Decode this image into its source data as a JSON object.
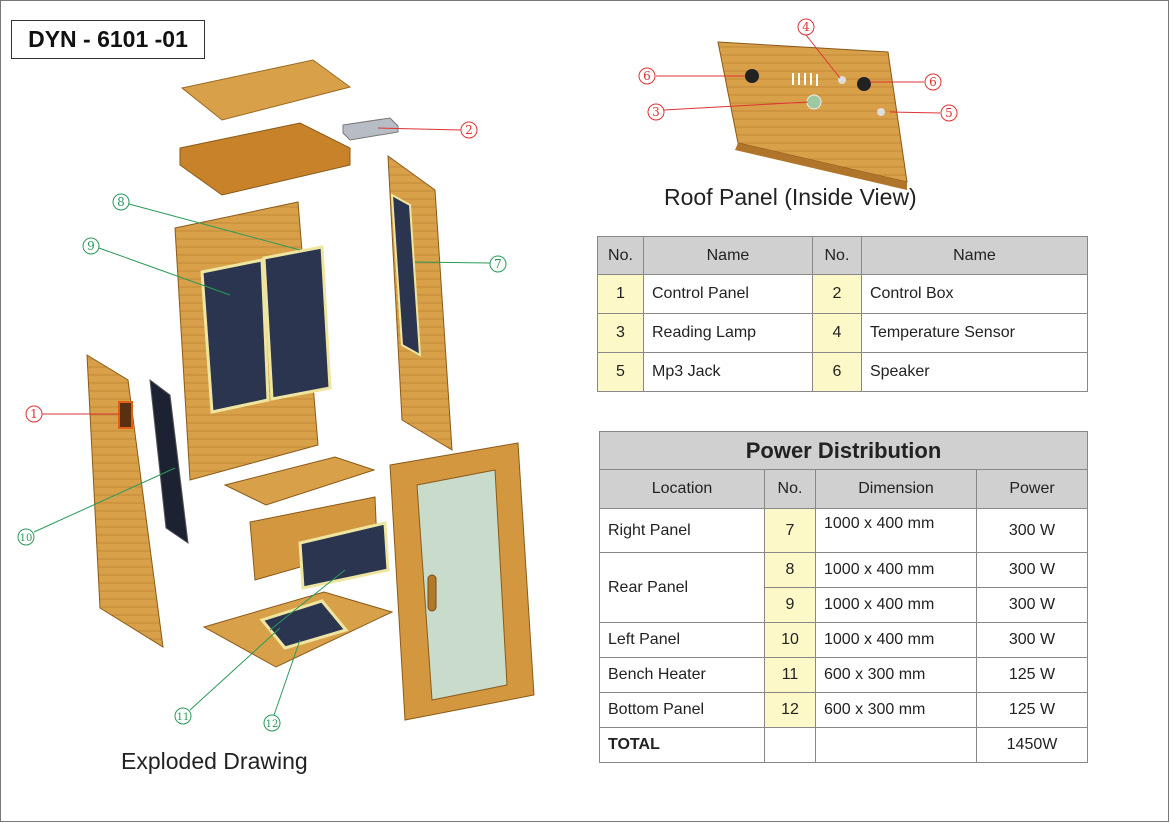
{
  "model": "DYN - 6101 -01",
  "roof_caption": "Roof Panel (Inside View)",
  "exploded_caption": "Exploded Drawing",
  "callouts": {
    "c1": "1",
    "c2": "2",
    "c3": "3",
    "c4": "4",
    "c5": "5",
    "c6a": "6",
    "c6b": "6",
    "c7": "7",
    "c8": "8",
    "c9": "9",
    "c10": "10",
    "c11": "11",
    "c12": "12"
  },
  "parts_table": {
    "headers": [
      "No.",
      "Name",
      "No.",
      "Name"
    ],
    "rows": [
      [
        "1",
        "Control Panel",
        "2",
        "Control Box"
      ],
      [
        "3",
        "Reading Lamp",
        "4",
        "Temperature Sensor"
      ],
      [
        "5",
        "Mp3 Jack",
        "6",
        "Speaker"
      ]
    ]
  },
  "power_table": {
    "title": "Power Distribution",
    "headers": [
      "Location",
      "No.",
      "Dimension",
      "Power"
    ],
    "rows": [
      {
        "location": "Right Panel",
        "no": "7",
        "dimension": "1000 x 400 mm",
        "power": "300 W"
      },
      {
        "location": "Rear Panel",
        "no": "8",
        "dimension": "1000 x 400 mm",
        "power": "300 W"
      },
      {
        "location": "",
        "no": "9",
        "dimension": "1000 x 400 mm",
        "power": "300 W"
      },
      {
        "location": "Left Panel",
        "no": "10",
        "dimension": "1000 x 400 mm",
        "power": "300 W"
      },
      {
        "location": "Bench Heater",
        "no": "11",
        "dimension": "600 x 300 mm",
        "power": "125 W"
      },
      {
        "location": "Bottom Panel",
        "no": "12",
        "dimension": "600 x 300 mm",
        "power": "125 W"
      }
    ],
    "total_label": "TOTAL",
    "total_power": "1450W"
  }
}
